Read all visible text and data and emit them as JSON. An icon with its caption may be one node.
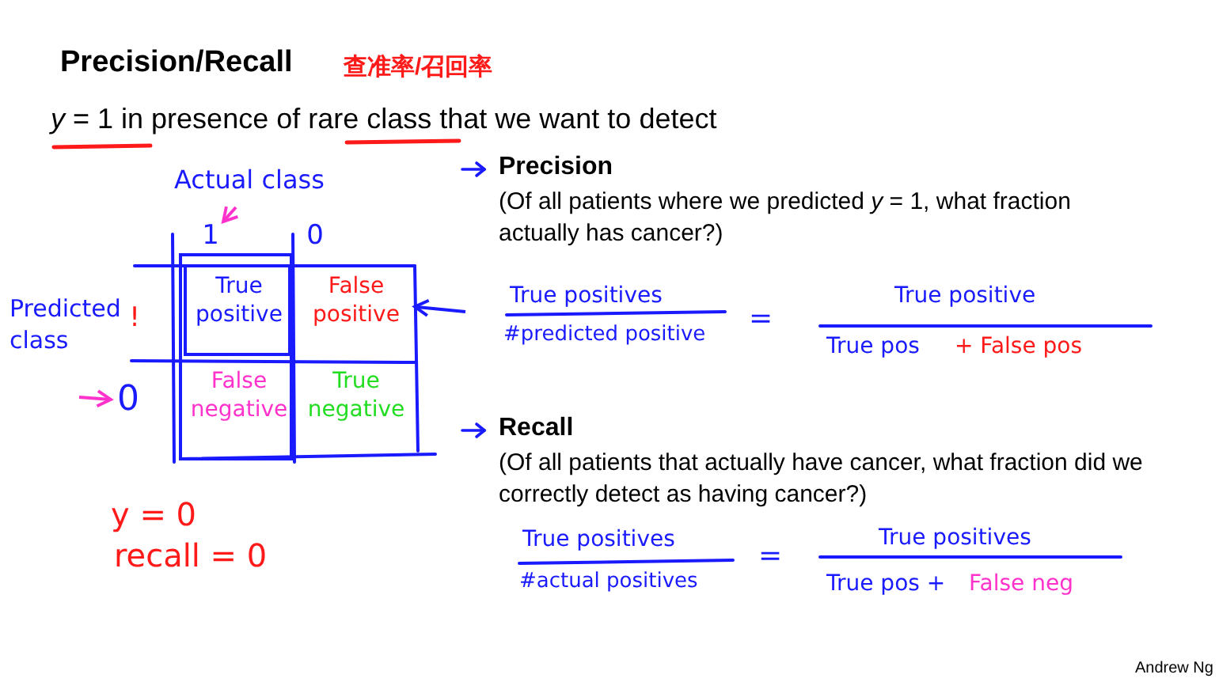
{
  "diagram": {
    "title": "Precision/Recall",
    "nodes": [
      {
        "text": [
          "True positive"
        ]
      },
      {
        "text": [
          "False positive"
        ]
      },
      {
        "text": [
          "False negative"
        ]
      },
      {
        "text": [
          "True negative"
        ]
      },
      {
        "text": [
          "1"
        ]
      },
      {
        "text": [
          "0"
        ]
      },
      {
        "text": [
          "!"
        ]
      },
      {
        "text": [
          "0"
        ]
      }
    ],
    "edges": [
      {
        "from": null,
        "to": 1,
        "arrow": "to",
        "color": "#1a1aff"
      },
      {
        "from": null,
        "to": 4,
        "arrow": "to",
        "color": "#ff33cc"
      },
      {
        "from": null,
        "to": 7,
        "arrow": "to",
        "color": "#ff33cc"
      }
    ],
    "labels": [
      "查准率/召回率",
      "*y* = 1 in presence of rare class that we want to detect",
      "Actual class",
      "Predicted class",
      "Precision",
      "(Of all patients where we predicted *y* = 1, what fraction actually has cancer?)",
      "True positives",
      "#predicted positive",
      "=",
      "True positive",
      "True pos",
      "+ False pos",
      "y = 0",
      "recall = 0",
      "Recall",
      "(Of all patients that actually have cancer, what fraction did we correctly detect as having cancer?)",
      "True positives",
      "#actual positives",
      "=",
      "True positives",
      "True pos +",
      "False neg",
      "Andrew Ng"
    ]
  }
}
